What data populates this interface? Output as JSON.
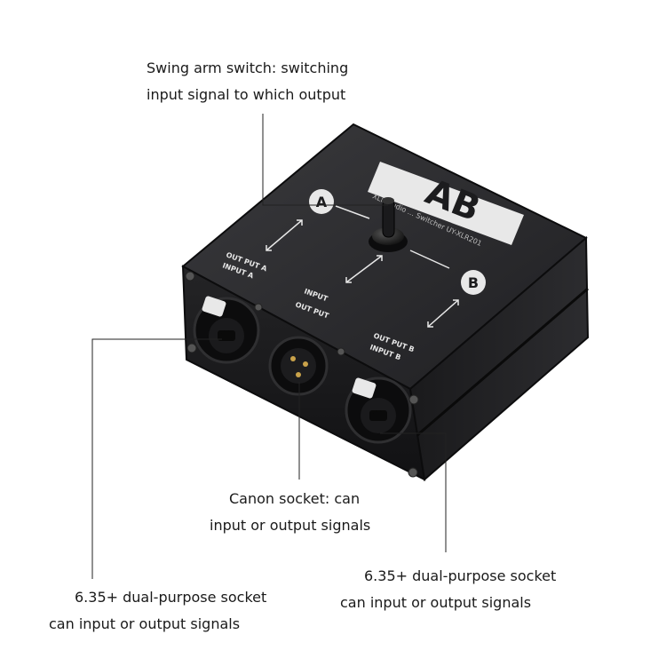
{
  "callouts": {
    "switch": {
      "line1": "Swing arm switch: switching",
      "line2": "input signal to which output"
    },
    "canon_socket": {
      "line1": "Canon socket: can",
      "line2": "input or output signals"
    },
    "right_socket": {
      "line1": "6.35+ dual-purpose socket",
      "line2": "can input or output signals"
    },
    "left_socket": {
      "line1": "6.35+ dual-purpose socket",
      "line2": "can input or output signals"
    }
  },
  "device": {
    "logo": "AB",
    "subtitle": "XLR Audio ... Switcher UY-XLR201",
    "port_a": "A",
    "port_b": "B",
    "label_output_a": "OUT PUT A",
    "label_input_a": "INPUT A",
    "label_input": "INPUT",
    "label_output": "OUT PUT",
    "label_output_b": "OUT PUT B",
    "label_input_b": "INPUT B"
  },
  "colors": {
    "device_body": "#1c1c1e",
    "device_top": "#2a2a2c",
    "label_panel": "#e8e8e8",
    "text": "#1a1a1a",
    "leader_line": "#222222"
  }
}
